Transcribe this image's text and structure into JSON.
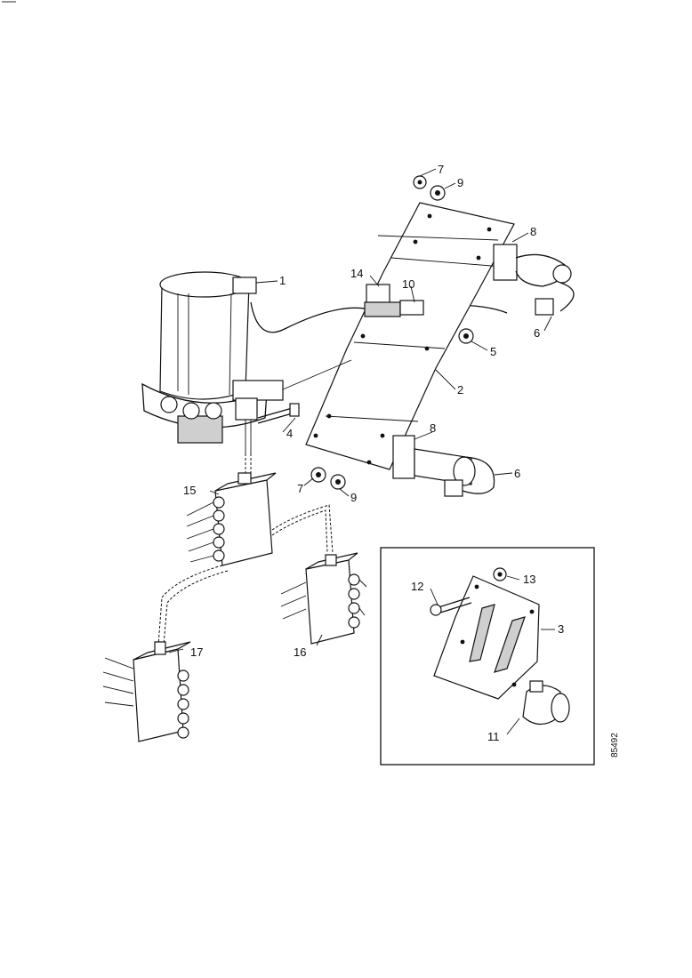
{
  "drawing": {
    "callouts": {
      "c1": "1",
      "c2": "2",
      "c3": "3",
      "c4": "4",
      "c5": "5",
      "c6": "6",
      "c6b": "6",
      "c7": "7",
      "c7b": "7",
      "c8": "8",
      "c8b": "8",
      "c9": "9",
      "c9b": "9",
      "c10": "10",
      "c11": "11",
      "c12": "12",
      "c13": "13",
      "c14": "14",
      "c15": "15",
      "c16": "16",
      "c17": "17"
    },
    "drawing_code": "85492"
  }
}
